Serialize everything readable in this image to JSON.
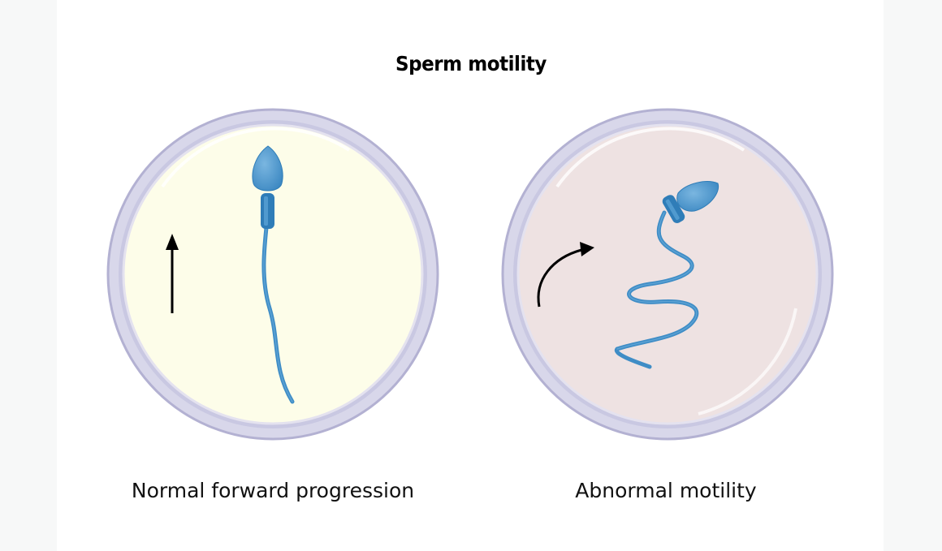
{
  "title": "Sperm motility",
  "panels": [
    {
      "caption": "Normal forward progression",
      "fill_color": "#fdfde9"
    },
    {
      "caption": "Abnormal motility",
      "fill_color": "#eee2e2"
    }
  ],
  "colors": {
    "dish_rim": "#b9b7d6",
    "sperm": "#4b95c9",
    "sperm_dark": "#2f7db8",
    "arrow": "#000000"
  }
}
